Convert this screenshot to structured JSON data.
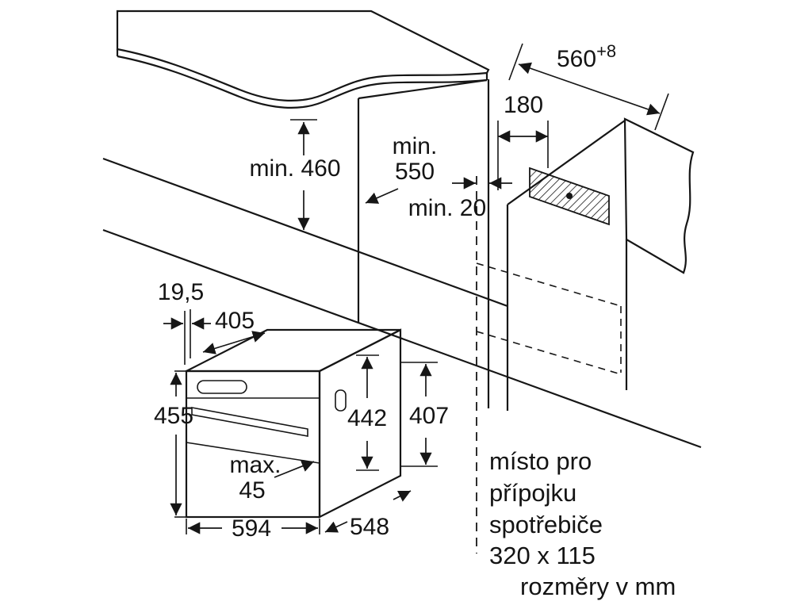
{
  "diagram": {
    "labels": {
      "w560": "560",
      "w560_sup": "+8",
      "d180": "180",
      "min550_1": "min.",
      "min550_2": "550",
      "min460": "min. 460",
      "min20": "min. 20",
      "t195": "19,5",
      "d405": "405",
      "h455": "455",
      "h442": "442",
      "h407": "407",
      "max45_1": "max.",
      "max45_2": "45",
      "w594": "594",
      "d548": "548",
      "note1": "místo pro",
      "note2": "přípojku",
      "note3": "spotřebiče",
      "note4": "320 x 115",
      "footer": "rozměry v mm"
    },
    "colors": {
      "surface": "#e8e8e8",
      "line": "#161616",
      "background": "#ffffff"
    }
  }
}
